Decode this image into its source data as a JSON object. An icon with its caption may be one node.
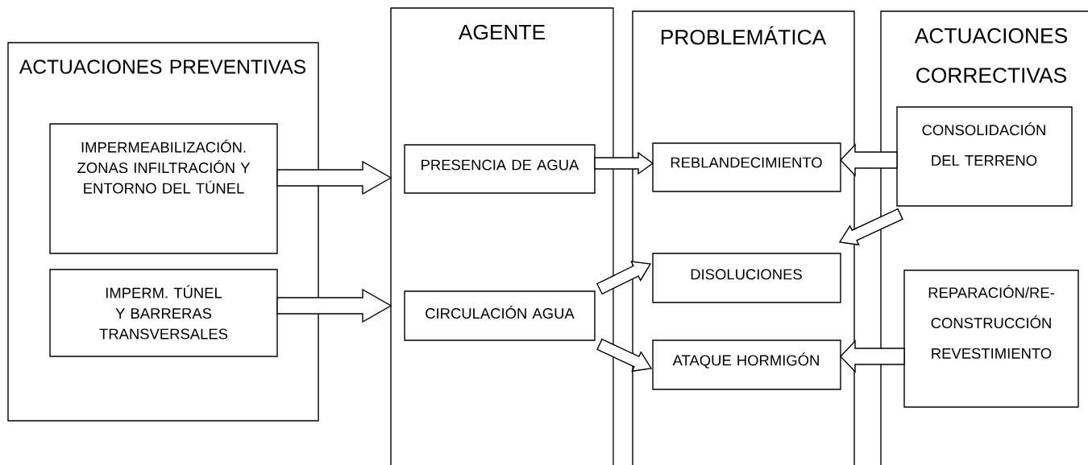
{
  "diagram": {
    "nodes": [
      {
        "text": [
          "ACTUACIONES PREVENTIVAS"
        ]
      },
      {
        "text": [
          "IMPERMEABILIZACIÓN. ZONAS INFILTRACIÓN Y ENTORNO DEL TÚNEL"
        ],
        "in": 0
      },
      {
        "text": [
          "IMPERM. TÚNEL Y BARRERAS TRANSVERSALES"
        ],
        "in": 0
      },
      {
        "text": [
          "AGENTE"
        ]
      },
      {
        "text": [
          "PRESENCIA DE AGUA"
        ],
        "in": 3
      },
      {
        "text": [
          "CIRCULACIÓN AGUA"
        ],
        "in": 3
      },
      {
        "text": [
          "PROBLEMÁTICA"
        ]
      },
      {
        "text": [
          "REBLANDECIMIENTO"
        ],
        "in": 6
      },
      {
        "text": [
          "DISOLUCIONES"
        ],
        "in": 6
      },
      {
        "text": [
          "ATAQUE HORMIGÓN"
        ],
        "in": 6
      },
      {
        "text": [
          "ACTUACIONES CORRECTIVAS"
        ]
      },
      {
        "text": [
          "CONSOLIDACIÓN DEL TERRENO"
        ],
        "in": 10
      },
      {
        "text": [
          "REPARACIÓN/RE- CONSTRUCCIÓN REVESTIMIENTO"
        ],
        "in": 10
      }
    ],
    "edges": [
      {
        "from": 1,
        "to": 3,
        "arrow": "to"
      },
      {
        "from": 2,
        "to": 3,
        "arrow": "to"
      },
      {
        "from": 4,
        "to": 7,
        "arrow": "to"
      },
      {
        "from": 5,
        "to": 8,
        "arrow": "to"
      },
      {
        "from": 5,
        "to": 9,
        "arrow": "to"
      },
      {
        "from": 11,
        "to": 7,
        "arrow": "to"
      },
      {
        "from": 11,
        "to": 8,
        "arrow": "to"
      },
      {
        "from": 12,
        "to": 9,
        "arrow": "to"
      }
    ]
  }
}
